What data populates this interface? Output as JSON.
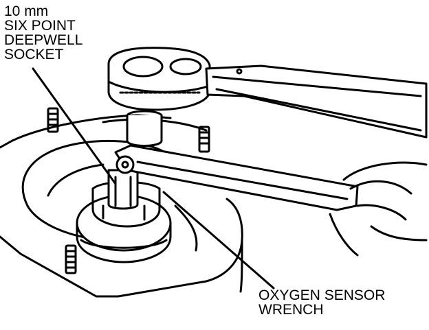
{
  "labels": {
    "socket": [
      "10 mm",
      "SIX POINT",
      "DEEPWELL",
      "SOCKET"
    ],
    "wrench": [
      "OXYGEN SENSOR",
      "WRENCH"
    ]
  },
  "colors": {
    "ink": "#000000",
    "paper": "#ffffff"
  }
}
